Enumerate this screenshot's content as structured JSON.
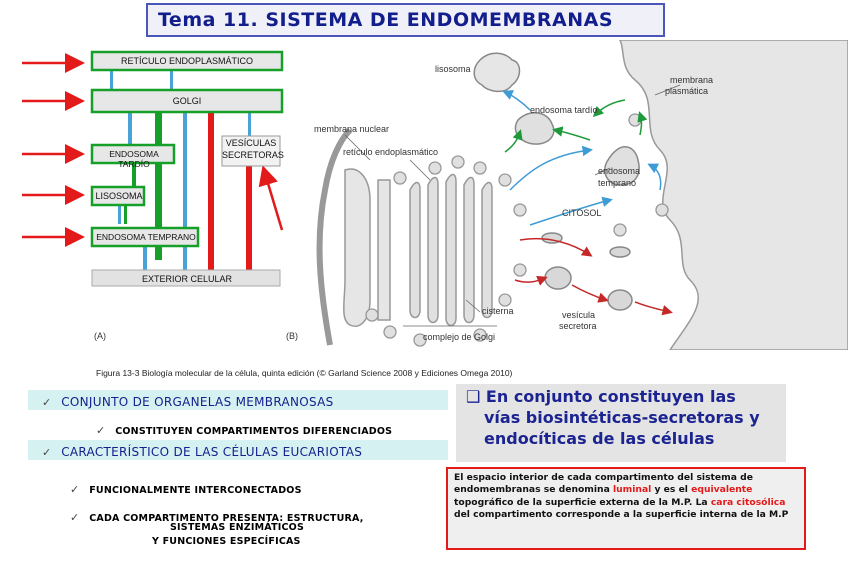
{
  "title": "Tema 11. SISTEMA DE ENDOMEMBRANAS",
  "diagram_a": {
    "panel_label": "(A)",
    "boxes": {
      "reticulo": "RETÍCULO ENDOPLASMÁTICO",
      "golgi": "GOLGI",
      "endosoma_tardio": "ENDOSOMA TARDÍO",
      "lisosoma": "LISOSOMA",
      "endosoma_temprano": "ENDOSOMA TEMPRANO",
      "vesiculas_1": "VESÍCULAS",
      "vesiculas_2": "SECRETORAS",
      "exterior": "EXTERIOR CELULAR"
    }
  },
  "diagram_b": {
    "panel_label": "(B)",
    "labels": {
      "lisosoma": "lisosoma",
      "endosoma_tardio": "endosoma tardío",
      "membrana_plasmatica_1": "membrana",
      "membrana_plasmatica_2": "plasmática",
      "membrana_nuclear": "membrana nuclear",
      "reticulo": "retículo endoplasmático",
      "endosoma_temprano_1": "endosoma",
      "endosoma_temprano_2": "temprano",
      "citosol": "CITOSOL",
      "cisterna": "cisterna",
      "complejo_golgi": "complejo de Golgi",
      "vesicula_1": "vesícula",
      "vesicula_2": "secretora"
    }
  },
  "figure_caption": "Figura 13-3  Biología molecular de la célula, quinta edición (© Garland Science 2008 y Ediciones Omega 2010)",
  "bullets": {
    "b1": "CONJUNTO DE ORGANELAS MEMBRANOSAS",
    "b1_sub": "CONSTITUYEN COMPARTIMENTOS DIFERENCIADOS",
    "b2": "CARACTERÍSTICO DE LAS CÉLULAS EUCARIOTAS",
    "b2_sub1": "FUNCIONALMENTE INTERCONECTADOS",
    "b2_sub2_line1": "CADA COMPARTIMENTO PRESENTA:  ESTRUCTURA,",
    "b2_sub2_line2": "SISTEMAS ENZIMÁTICOS",
    "b2_sub2_line3": "Y FUNCIONES ESPECÍFICAS"
  },
  "highlight": {
    "marker": "❑",
    "line1": "En conjunto constituyen las",
    "line2": "vías biosintéticas-secretoras y",
    "line3": "endocíticas de las células"
  },
  "note": {
    "p1": "El espacio interior de cada compartimento del sistema de endomembranas  se denomina ",
    "luminal": "luminal",
    "p2": "  y es el ",
    "equivalente": "equivalente",
    "p3": " topográfico de la superficie externa de la M.P. La ",
    "cara": "cara citosólica",
    "p4": " del compartimento  corresponde a la superficie interna de la M.P"
  },
  "colors": {
    "title_blue": "#121e8c",
    "box_green": "#16a02a",
    "arrow_red": "#e21a1a",
    "arrow_blue": "#4aa3d8",
    "band_cyan": "#d6f1f1"
  }
}
